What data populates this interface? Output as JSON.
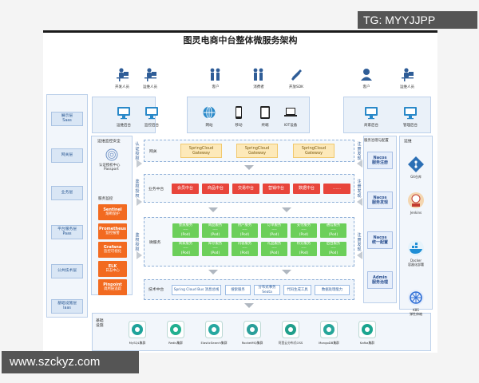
{
  "watermarks": {
    "top_right": "TG: MYYJJPP",
    "bottom_left": "www.szckyz.com"
  },
  "title": "图灵电商中台整体微服务架构",
  "people": [
    {
      "label": "开发人员",
      "icon": "person-at-desk-icon"
    },
    {
      "label": "运维人员",
      "icon": "person-at-desk-icon"
    },
    {
      "label": "客户",
      "icon": "people-group-icon"
    },
    {
      "label": "消费者",
      "icon": "people-group-icon"
    },
    {
      "label": "开放SDK",
      "icon": "tools-icon"
    },
    {
      "label": "客户",
      "icon": "person-avatar-icon"
    },
    {
      "label": "运维人员",
      "icon": "person-at-desk-icon"
    }
  ],
  "devices": [
    {
      "label": "运维后台",
      "icon": "monitor-icon"
    },
    {
      "label": "监控后台",
      "icon": "monitor-icon"
    },
    {
      "label": "网站",
      "icon": "globe-icon"
    },
    {
      "label": "移动",
      "icon": "phone-icon"
    },
    {
      "label": "终端",
      "icon": "tablet-icon"
    },
    {
      "label": "IOT设备",
      "icon": "laptop-icon"
    },
    {
      "label": "商家后台",
      "icon": "monitor-icon"
    },
    {
      "label": "管理后台",
      "icon": "monitor-icon"
    }
  ],
  "layers": [
    {
      "name": "展示层",
      "sub": "Saas"
    },
    {
      "name": "网关层",
      "sub": ""
    },
    {
      "name": "业务层",
      "sub": ""
    },
    {
      "name": "平台服务层",
      "sub": "Paas"
    },
    {
      "name": "公共技术层",
      "sub": ""
    },
    {
      "name": "基础设施层",
      "sub": "Iaas"
    }
  ],
  "security": {
    "title": "运维监控安全",
    "auth_center": "认证授权中心",
    "auth_name": "Passport",
    "monitor_title": "服务监控",
    "monitors": [
      {
        "name": "Sentinel",
        "desc": "熔断保护"
      },
      {
        "name": "Prometheus",
        "desc": "监控报警"
      },
      {
        "name": "Grafana",
        "desc": "监控可视化"
      },
      {
        "name": "ELK",
        "desc": "日志中心"
      },
      {
        "name": "Pinpoint",
        "desc": "调用链追踪"
      }
    ]
  },
  "auth_labels": {
    "left_top": "认证授权",
    "left_mid": "鉴权授权",
    "left_low": "鉴权授权"
  },
  "gateway": {
    "label": "网关",
    "items": [
      {
        "line1": "SpringCloud",
        "line2": "Gateway"
      },
      {
        "line1": "SpringCloud",
        "line2": "Gateway"
      },
      {
        "line1": "SpringCloud",
        "line2": "Gateway"
      }
    ]
  },
  "business": {
    "label": "业务中台",
    "items": [
      "会员中台",
      "商品中台",
      "交易中台",
      "营销中台",
      "数据中台",
      "……"
    ]
  },
  "microservices": {
    "label": "微服务",
    "rows": [
      [
        {
          "name": "会员服务",
          "pod": "(Pod)"
        },
        {
          "name": "商品服务",
          "pod": "(Pod)"
        },
        {
          "name": "用户服务",
          "pod": "(Pod)"
        },
        {
          "name": "订单服务",
          "pod": "(Pod)"
        },
        {
          "name": "支付服务",
          "pod": "(Pod)"
        },
        {
          "name": "通信服务",
          "pod": "(Pod)"
        }
      ],
      [
        {
          "name": "商家服务",
          "pod": "(Pod)"
        },
        {
          "name": "库存服务",
          "pod": "(Pod)"
        },
        {
          "name": "内容服务",
          "pod": "(Pod)"
        },
        {
          "name": "礼品服务",
          "pod": "(Pod)"
        },
        {
          "name": "积分服务",
          "pod": "(Pod)"
        },
        {
          "name": "后台服务",
          "pod": "(Pod)"
        }
      ]
    ]
  },
  "tech": {
    "label": "技术中台",
    "items": [
      {
        "line1": "Spring Cloud Bus 消息总线",
        "line2": ""
      },
      {
        "line1": "搜索服务",
        "line2": ""
      },
      {
        "line1": "分布式事务",
        "line2": "Seata"
      },
      {
        "line1": "代码生成工具",
        "line2": ""
      },
      {
        "line1": "数据处理能力",
        "line2": ""
      }
    ]
  },
  "infra": {
    "label": "基础设施",
    "items": [
      {
        "label": "MySQL集群",
        "icon": "mysql-icon"
      },
      {
        "label": "Redis集群",
        "icon": "redis-icon"
      },
      {
        "label": "ElasticSearch集群",
        "icon": "elasticsearch-icon"
      },
      {
        "label": "RocketMQ集群",
        "icon": "rocketmq-icon"
      },
      {
        "label": "阿里云分布式OSS",
        "icon": "cloud-oss-icon"
      },
      {
        "label": "MongoDB集群",
        "icon": "mongodb-icon"
      },
      {
        "label": "Kafka集群",
        "icon": "kafka-icon"
      }
    ]
  },
  "governance": {
    "title": "服务治理与配置",
    "items": [
      {
        "line1": "Nacos",
        "line2": "服务注册"
      },
      {
        "line1": "Nacos",
        "line2": "服务发现"
      },
      {
        "line1": "Nacos",
        "line2": "统一配置"
      },
      {
        "line1": "Admin",
        "line2": "服务治理"
      }
    ],
    "side_labels": [
      "注册发现",
      "注册发现",
      "注册发现"
    ]
  },
  "ops": {
    "title": "运维",
    "items": [
      {
        "label": "Git仓库",
        "icon": "git-icon"
      },
      {
        "label": "Jenkins",
        "icon": "jenkins-icon"
      },
      {
        "label": "Docker",
        "sub": "容器化部署",
        "icon": "docker-icon"
      },
      {
        "label": "K8S",
        "sub": "弹性伸缩",
        "icon": "kubernetes-icon"
      }
    ]
  },
  "colors": {
    "business": "#e8453b",
    "service": "#6ccf5a",
    "gateway": "#fde9b9",
    "monitor": "#f26a20",
    "layer": "#d9e6f5",
    "accent": "#2c5a94"
  }
}
